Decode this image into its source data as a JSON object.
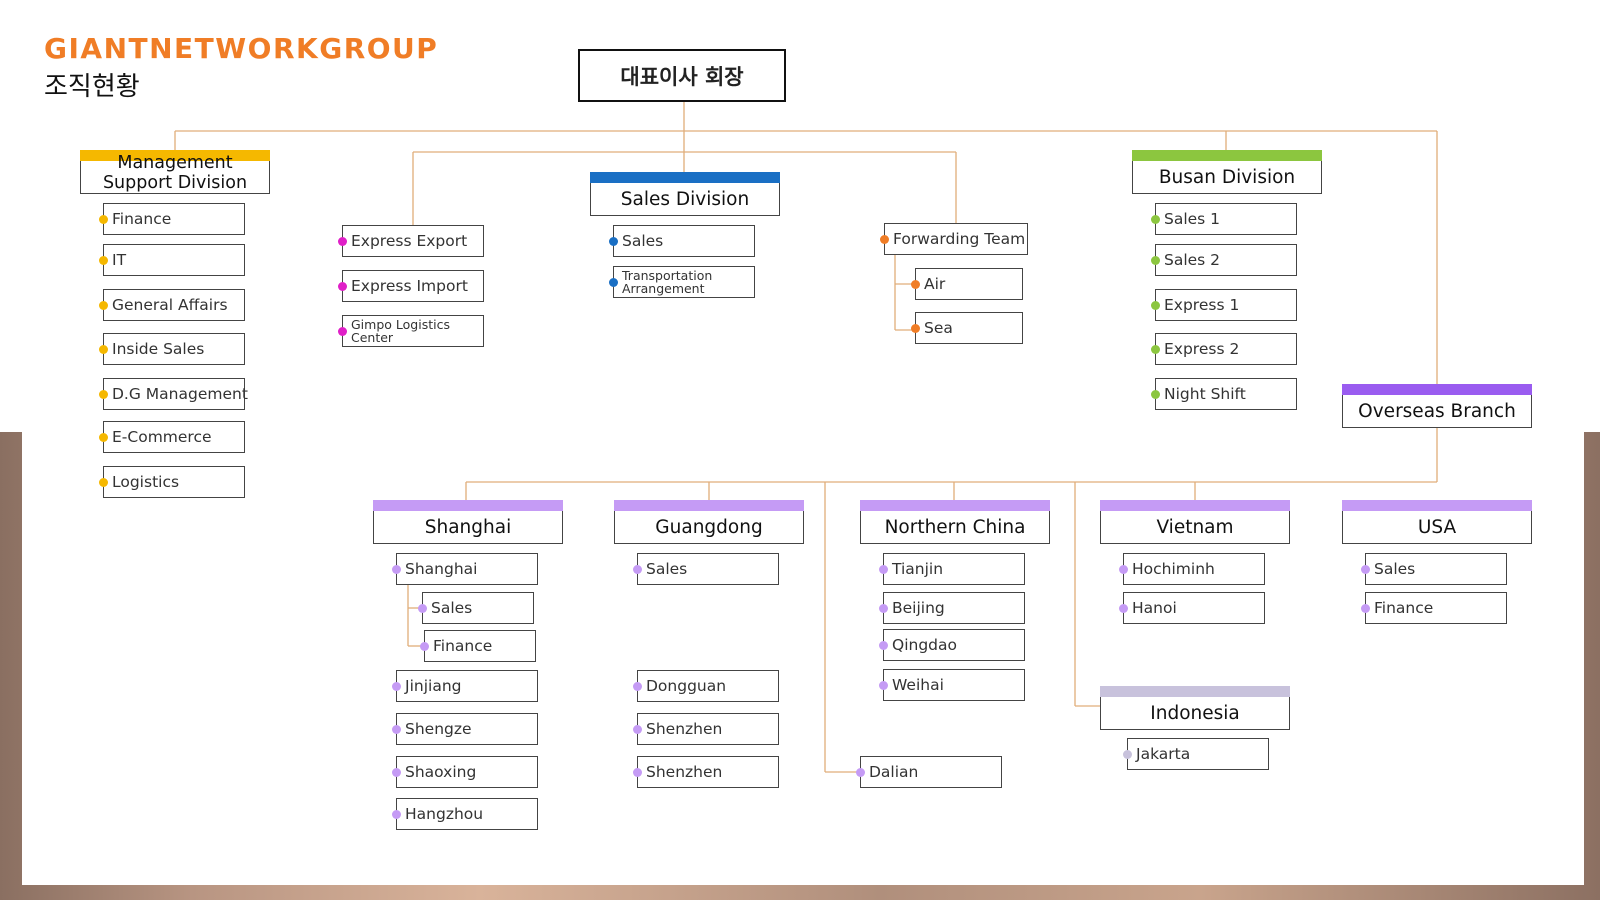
{
  "header": {
    "brand": "GIANTNETWORKGROUP",
    "subtitle": "조직현황",
    "ceo": "대표이사 회장"
  },
  "colors": {
    "line": "#e0ad7a",
    "management": "#f5b800",
    "express": "#e020c8",
    "sales": "#1a6fc4",
    "forwarding": "#f07d26",
    "busan": "#8cc63f",
    "overseas": "#9a5cf0",
    "region": "#c59bf5",
    "indonesia": "#c8c2dc",
    "brand": "#f07d26"
  },
  "divisions": {
    "management": {
      "title": "Management Support Division",
      "items": [
        "Finance",
        "IT",
        "General Affairs",
        "Inside Sales",
        "D.G Management",
        "E-Commerce",
        "Logistics"
      ]
    },
    "express": {
      "items": [
        "Express Export",
        "Express Import",
        "Gimpo Logistics Center"
      ]
    },
    "sales": {
      "title": "Sales Division",
      "items": [
        "Sales",
        "Transportation Arrangement"
      ]
    },
    "forwarding": {
      "team": "Forwarding Team",
      "items": [
        "Air",
        "Sea"
      ]
    },
    "busan": {
      "title": "Busan Division",
      "items": [
        "Sales 1",
        "Sales 2",
        "Express 1",
        "Express 2",
        "Night Shift"
      ]
    },
    "overseas": {
      "title": "Overseas Branch"
    }
  },
  "regions": {
    "shanghai": {
      "title": "Shanghai",
      "branch": "Shanghai",
      "sub": [
        "Sales",
        "Finance"
      ],
      "items": [
        "Jinjiang",
        "Shengze",
        "Shaoxing",
        "Hangzhou"
      ]
    },
    "guangdong": {
      "title": "Guangdong",
      "top": "Sales",
      "items": [
        "Dongguan",
        "Shenzhen",
        "Shenzhen"
      ]
    },
    "northern": {
      "title": "Northern China",
      "items": [
        "Tianjin",
        "Beijing",
        "Qingdao",
        "Weihai"
      ],
      "extra": "Dalian"
    },
    "vietnam": {
      "title": "Vietnam",
      "items": [
        "Hochiminh",
        "Hanoi"
      ]
    },
    "indonesia": {
      "title": "Indonesia",
      "items": [
        "Jakarta"
      ]
    },
    "usa": {
      "title": "USA",
      "items": [
        "Sales",
        "Finance"
      ]
    }
  }
}
